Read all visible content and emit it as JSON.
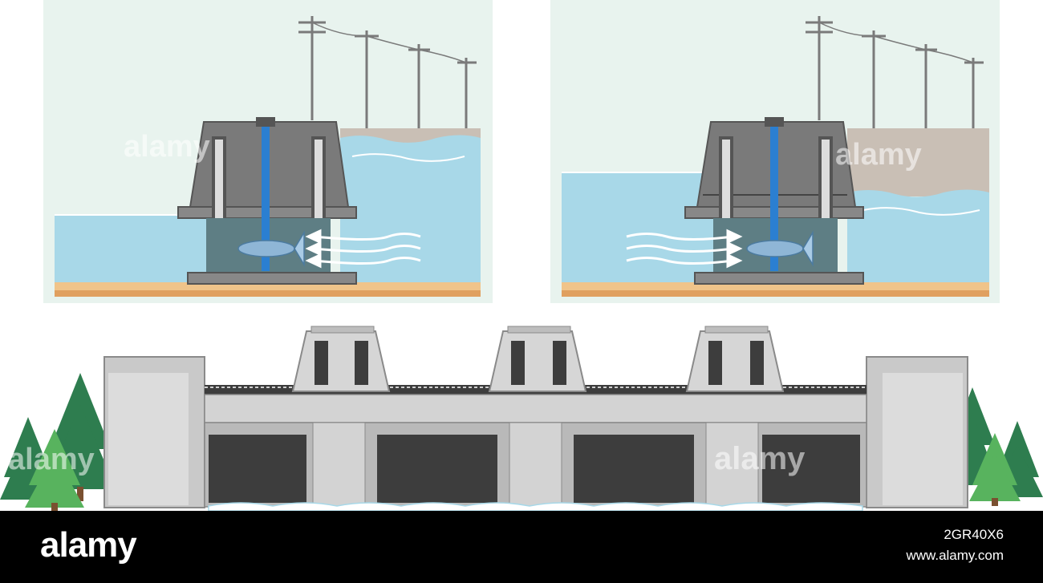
{
  "diagrams": [
    {
      "id": "panel-left",
      "water_flow": "right-to-left"
    },
    {
      "id": "panel-right",
      "water_flow": "left-to-right"
    }
  ],
  "colors": {
    "sky": "#e8f3ee",
    "water": "#a8d8e8",
    "water_line": "#ffffff",
    "ground": "#f0c48a",
    "concrete": "#6f6f6f",
    "shaft": "#2b7fd1",
    "turbine": "#8fb6d6",
    "dam_wall": "#d3d3d3",
    "gate": "#3d3d3d",
    "tree": "#2e7d4f"
  },
  "watermark": {
    "brand": "alamy",
    "image_id": "2GR40X6",
    "site": "www.alamy.com"
  }
}
